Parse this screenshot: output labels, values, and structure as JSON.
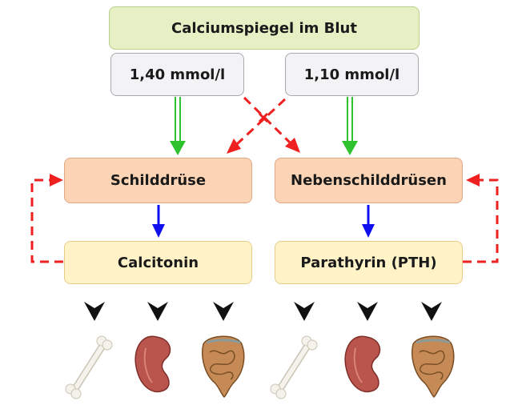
{
  "title": "Calciumspiegel im Blut",
  "levels": {
    "high": "1,40 mmol/l",
    "low": "1,10 mmol/l"
  },
  "glands": {
    "left": "Schilddrüse",
    "right": "Nebenschilddrüsen"
  },
  "hormones": {
    "left": "Calcitonin",
    "right": "Parathyrin (PTH)"
  },
  "targets": {
    "left": [
      "bone-icon",
      "kidney-icon",
      "intestine-icon"
    ],
    "right": [
      "bone-icon",
      "kidney-icon",
      "intestine-icon"
    ]
  },
  "colors": {
    "stimulation_arrow": "#2ec22e",
    "secretion_arrow": "#1010ee",
    "feedback_arrow": "#ee2020",
    "target_arrow": "#111111"
  }
}
